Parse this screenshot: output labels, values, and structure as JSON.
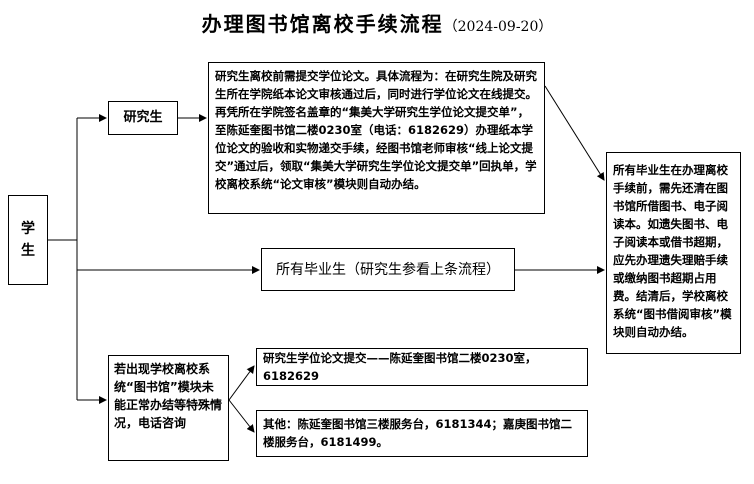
{
  "title": "办理图书馆离校手续流程",
  "date": "（2024-09-20）",
  "nodes": {
    "student": "学生",
    "grad": "研究生",
    "grad_detail": "研究生离校前需提交学位论文。具体流程为：在研究生院及研究生所在学院纸本论文审核通过后，同时进行学位论文在线提交。再凭所在学院签名盖章的“集美大学研究生学位论文提交单”，至陈延奎图书馆二楼0230室（电话：6182629）办理纸本学位论文的验收和实物递交手续，经图书馆老师审核“线上论文提交”通过后，领取“集美大学研究生学位论文提交单”回执单，学校离校系统“论文审核”模块则自动办结。",
    "all_grads": "所有毕业生（研究生参看上条流程）",
    "special": "若出现学校离校系统“图书馆”模块未能正常办结等特殊情况，电话咨询",
    "contact_grad": "研究生学位论文提交——陈延奎图书馆二楼0230室，6182629",
    "contact_other": "其他：陈延奎图书馆三楼服务台，6181344；嘉庚图书馆二楼服务台，6181499。",
    "final": "所有毕业生在办理离校手续前，需先还清在图书馆所借图书、电子阅读本。如遗失图书、电子阅读本或借书超期，应先办理遗失理赔手续或缴纳图书超期占用费。结清后，学校离校系统“图书借阅审核”模块则自动办结。"
  }
}
